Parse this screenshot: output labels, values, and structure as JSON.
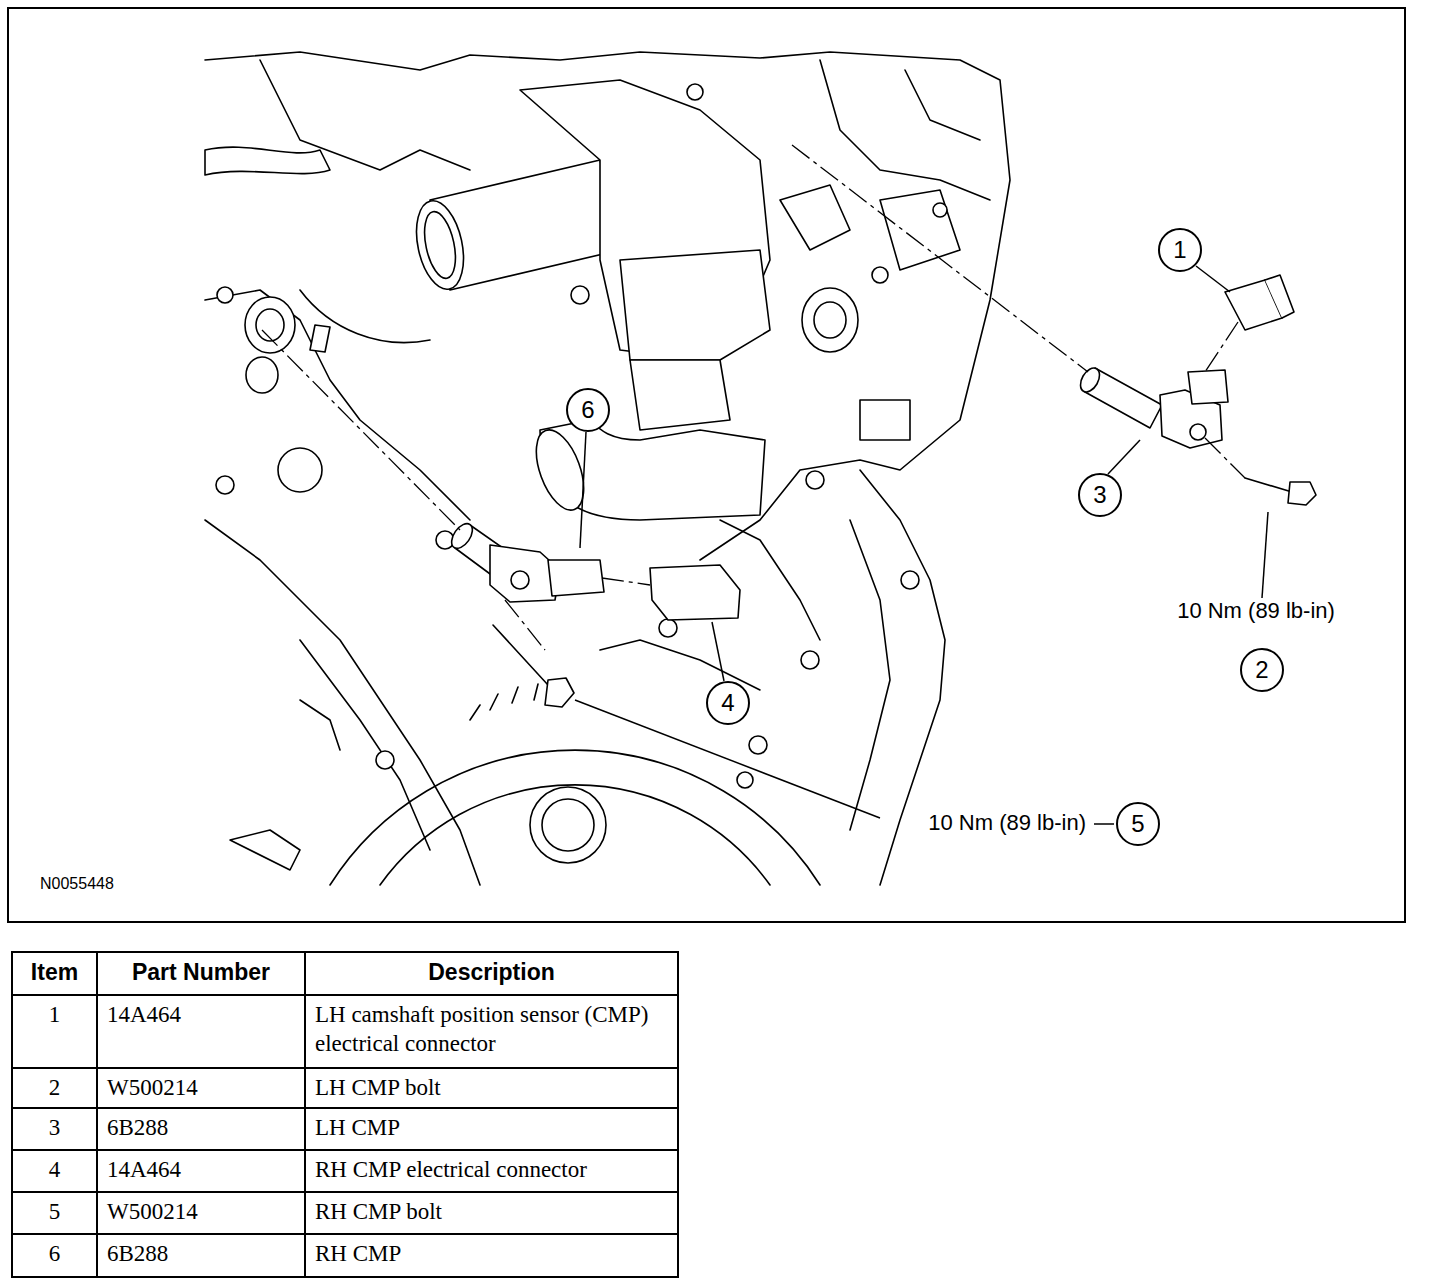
{
  "diagram": {
    "nodes": [
      {
        "text": [
          "1"
        ]
      },
      {
        "text": [
          "2"
        ]
      },
      {
        "text": [
          "3"
        ]
      },
      {
        "text": [
          "4"
        ]
      },
      {
        "text": [
          "5"
        ]
      },
      {
        "text": [
          "6"
        ]
      }
    ],
    "labels": [
      "10 Nm (89 lb-in)",
      "10 Nm (89 lb-in)",
      "N0055448",
      "Item",
      "Part Number",
      "Description",
      "1",
      "14A464",
      "LH camshaft position sensor (CMP) electrical connector",
      "2",
      "W500214",
      "LH CMP bolt",
      "3",
      "6B288",
      "LH CMP",
      "4",
      "14A464",
      "RH CMP electrical connector",
      "5",
      "W500214",
      "RH CMP bolt",
      "6",
      "6B288",
      "RH CMP"
    ]
  }
}
